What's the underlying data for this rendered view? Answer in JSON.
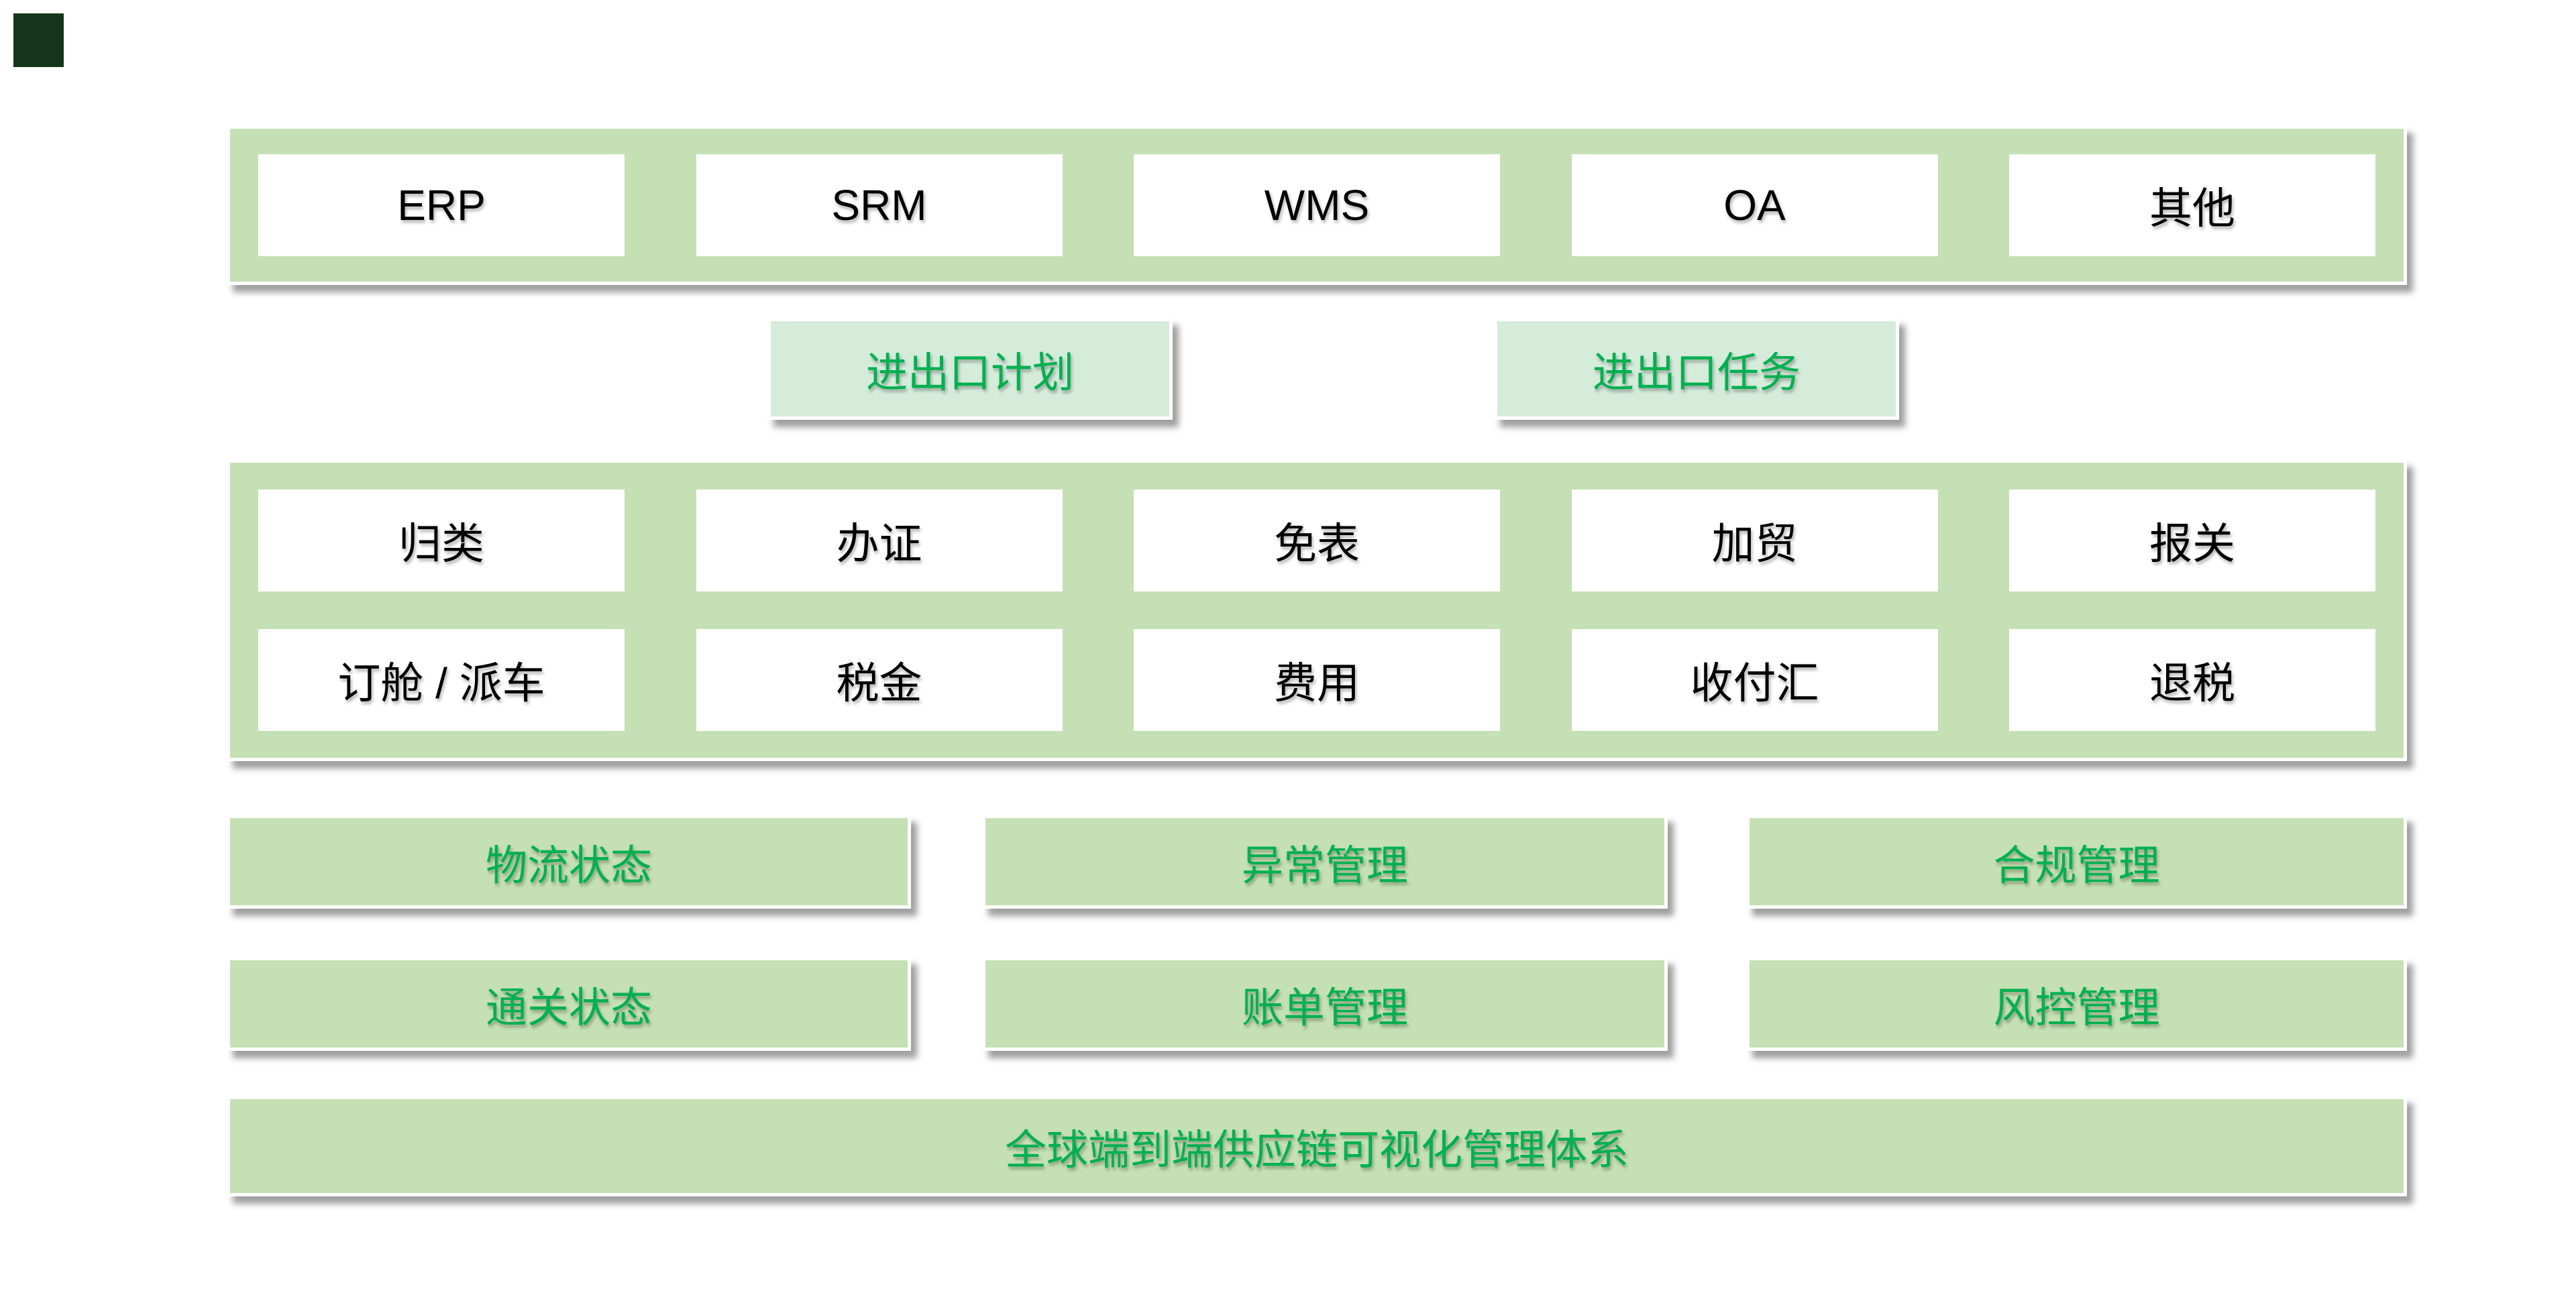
{
  "colors": {
    "band_green": "#c5e0b4",
    "mint_fill": "#d5ecdb",
    "green_text": "#00b050",
    "black_text": "#000000",
    "corner_marker": "#15351a",
    "background": "#ffffff"
  },
  "systems": [
    "ERP",
    "SRM",
    "WMS",
    "OA",
    "其他"
  ],
  "plan_task": {
    "plan": "进出口计划",
    "task": "进出口任务"
  },
  "functions": {
    "row1": [
      "归类",
      "办证",
      "免表",
      "加贸",
      "报关"
    ],
    "row2": [
      "订舱 / 派车",
      "税金",
      "费用",
      "收付汇",
      "退税"
    ]
  },
  "status": {
    "row1": [
      "物流状态",
      "异常管理",
      "合规管理"
    ],
    "row2": [
      "通关状态",
      "账单管理",
      "风控管理"
    ]
  },
  "banner": {
    "label": "全球端到端供应链可视化管理体系"
  }
}
